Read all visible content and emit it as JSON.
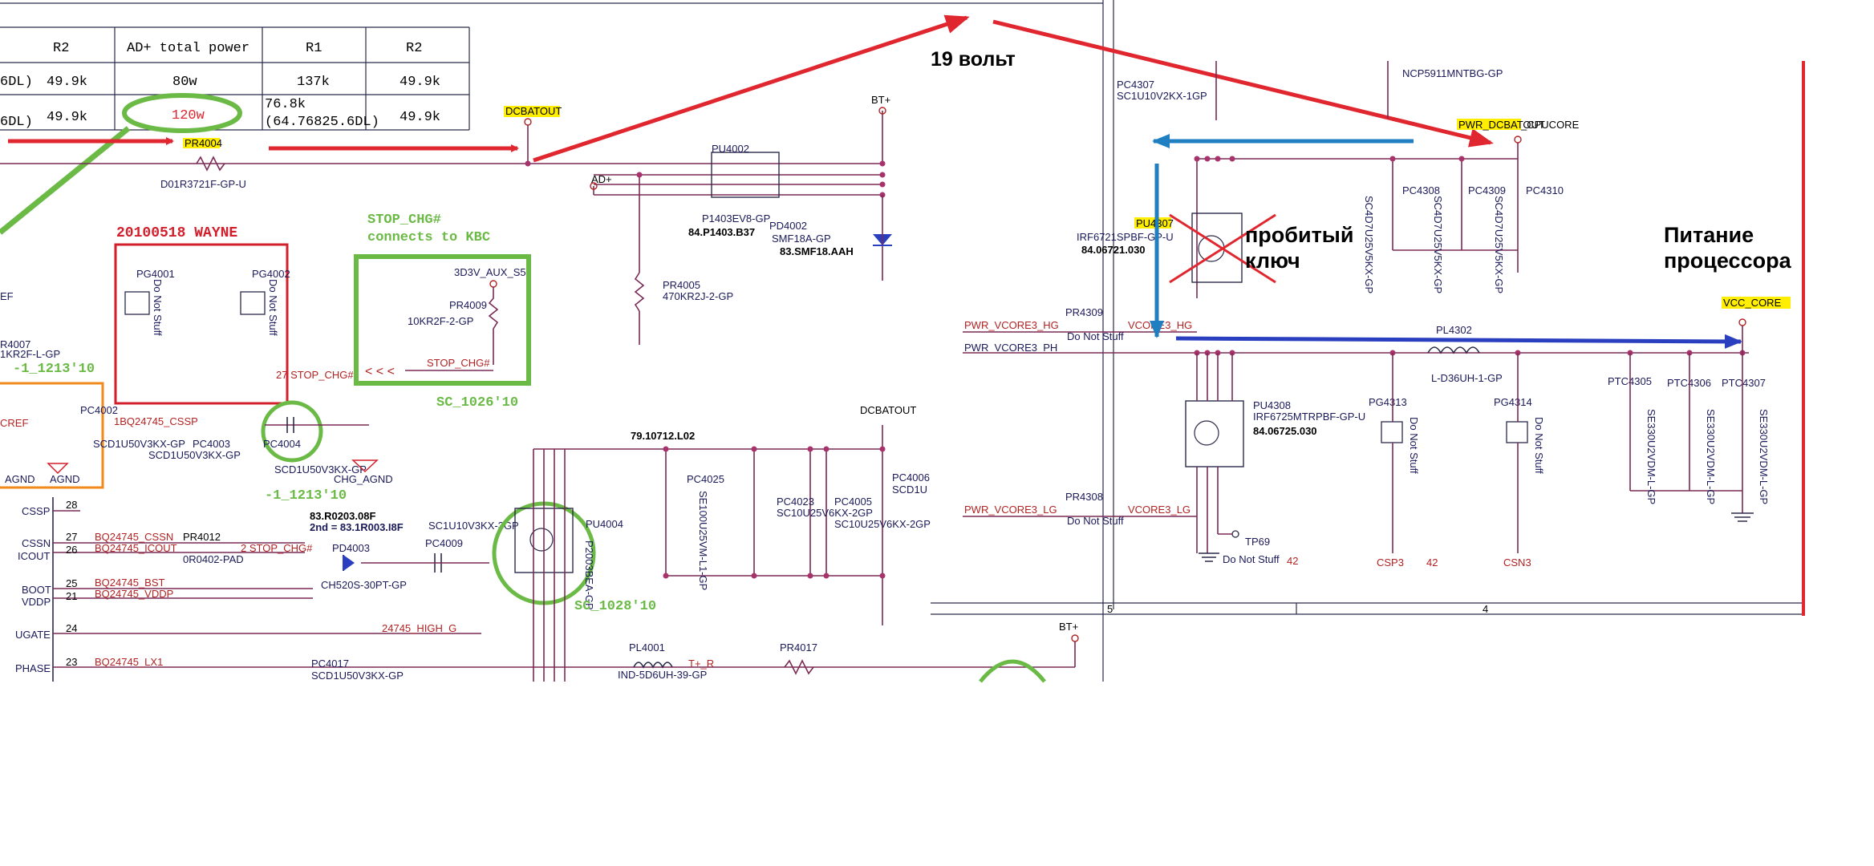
{
  "table": {
    "headers": [
      "R2",
      "AD+ total power",
      "R1",
      "R2"
    ],
    "rows": [
      {
        "c0": "6DL)",
        "r2a": "49.9k",
        "power": "80w",
        "r1": "137k",
        "r2b": "49.9k"
      },
      {
        "c0": "6DL)",
        "r2a": "49.9k",
        "power": "120w",
        "r1a": "76.8k",
        "r1b": "(64.76825.6DL)",
        "r2b": "49.9k"
      }
    ]
  },
  "annotations": {
    "volts": "19 вольт",
    "broken_key_1": "пробитый",
    "broken_key_2": "ключ",
    "cpu_power_1": "Питание",
    "cpu_power_2": "процессора"
  },
  "notes": {
    "wayne": "20100518 WAYNE",
    "stop_chg_1": "STOP_CHG#",
    "stop_chg_2": "connects to KBC",
    "sc_1026": "SC_1026'10",
    "sc_1028": "SC_1028'10",
    "n1213_a": "-1_1213'10",
    "n1213_b": "-1_1213'10"
  },
  "nets": {
    "dcbatout1": "DCBATOUT",
    "dcbatout2": "DCBATOUT",
    "btplus1": "BT+",
    "btplus2": "BT+",
    "adplus": "AD+",
    "pwr_dcbatout": "PWR_DCBATOUT",
    "cpucore": "_CPUCORE",
    "vcc_core": "VCC_CORE",
    "pwr_vcore3_hg": "PWR_VCORE3_HG",
    "pwr_vcore3_ph": "PWR_VCORE3_PH",
    "pwr_vcore3_lg": "PWR_VCORE3_LG",
    "vcore3_hg": "VCORE3_HG",
    "vcore3_lg": "VCORE3_LG",
    "stop_chg_net": "STOP_CHG#",
    "stop_chg_27": "27  STOP_CHG#",
    "stop_chg_2": "2 STOP_CHG#",
    "bq_cssn": "BQ24745_CSSN",
    "bq_icout": "BQ24745_ICOUT",
    "bq_bst": "BQ24745_BST",
    "bq_vddp": "BQ24745_VDDP",
    "bq_lx1": "BQ24745_LX1",
    "bq_cssp": "1BQ24745_CSSP",
    "high_g": "24745_HIGH_G",
    "chg_agnd": "CHG_AGND",
    "agnd": "AGND",
    "aux": "3D3V_AUX_S5",
    "cref": "CREF",
    "ef": "EF",
    "t_r": "T+_R",
    "csp3": "CSP3",
    "csn3": "CSN3",
    "tp69": "TP69",
    "n42a": "42",
    "n42b": "42"
  },
  "pins": {
    "cssp": "CSSP",
    "cssn": "CSSN",
    "icout": "ICOUT",
    "boot": "BOOT",
    "vddp": "VDDP",
    "ugate": "UGATE",
    "phase": "PHASE",
    "p28": "28",
    "p27": "27",
    "p26": "26",
    "p25": "25",
    "p21": "21",
    "p24": "24",
    "p23": "23"
  },
  "parts": {
    "pr4004": "PR4004",
    "pr4004_val": "D01R3721F-GP-U",
    "pu4002": "PU4002",
    "pu4002_val": "P1403EV8-GP",
    "pu4002_pn": "84.P1403.B37",
    "pd4002": "PD4002",
    "pd4002_val": "SMF18A-GP",
    "pd4002_pn": "83.SMF18.AAH",
    "pr4005": "PR4005",
    "pr4005_val": "470KR2J-2-GP",
    "pg4001": "PG4001",
    "pg4002": "PG4002",
    "dns": "Do Not Stuff",
    "pr4009": "PR4009",
    "pr4009_val": "10KR2F-2-GP",
    "pc4002": "PC4002",
    "pc4002_val": "SCD1U50V3KX-GP",
    "pc4003": "PC4003",
    "pc4003_val": "SCD1U50V3KX-GP",
    "pc4004": "PC4004",
    "pc4004_val": "SCD1U50V3KX-GP",
    "pr4012": "PR4012",
    "pr4012_val": "0R0402-PAD",
    "pd4003": "PD4003",
    "pd4003_val": "CH520S-30PT-GP",
    "pd4003_pn1": "83.R0203.08F",
    "pd4003_pn2": "2nd = 83.1R003.I8F",
    "pc4009": "PC4009",
    "pc4009_val": "SC1U10V3KX-3GP",
    "pu4004": "PU4004",
    "pu4004_val": "P2003BEA-GP",
    "pc4017": "PC4017",
    "pc4017_val": "SCD1U50V3KX-GP",
    "pl4001": "PL4001",
    "pl4001_val": "IND-5D6UH-39-GP",
    "pr4017": "PR4017",
    "pn_7910712": "79.10712.L02",
    "pc4025": "PC4025",
    "pc4025_val": "SE100U25VM-L1-GP",
    "pc4023": "PC4023",
    "pc4023_val": "SC10U25V6KX-2GP",
    "pc4005": "PC4005",
    "pc4005_val": "SC10U25V6KX-2GP",
    "pc4006": "PC4006",
    "pc4006_val": "SCD1U",
    "r4007": "R4007",
    "r4007_val": "1KR2F-L-GP",
    "sc1u": "SC1U10V3KX-3GP",
    "pc4307": "PC4307",
    "pc4307_val": "SC1U10V2KX-1GP",
    "ncp": "NCP5911MNTBG-GP",
    "pu4307": "PU4307",
    "pu4307_val": "IRF6721SPBF-GP-U",
    "pu4307_pn": "84.06721.030",
    "pc4308": "PC4308",
    "pc4309": "PC4309",
    "pc4310": "PC4310",
    "sc4d7": "SC4D7U25V5KX-GP",
    "pr4309": "PR4309",
    "pr4308": "PR4308",
    "pl4302": "PL4302",
    "pl4302_val": "L-D36UH-1-GP",
    "pu4308": "PU4308",
    "pu4308_val": "IRF6725MTRPBF-GP-U",
    "pu4308_pn": "84.06725.030",
    "pg4313": "PG4313",
    "pg4314": "PG4314",
    "ptc4305": "PTC4305",
    "ptc4306": "PTC4306",
    "ptc4307": "PTC4307",
    "se330": "SE330U2VDM-L-GP"
  },
  "frame": {
    "col5": "5",
    "col4": "4"
  },
  "colors": {
    "red_arrow": "#e0262e",
    "blue_arrow_dark": "#2a3fbf",
    "blue_arrow_light": "#1f7fc0",
    "green_mark": "#6aba45",
    "highlight": "#ffee00",
    "wire": "#7a2a55"
  }
}
